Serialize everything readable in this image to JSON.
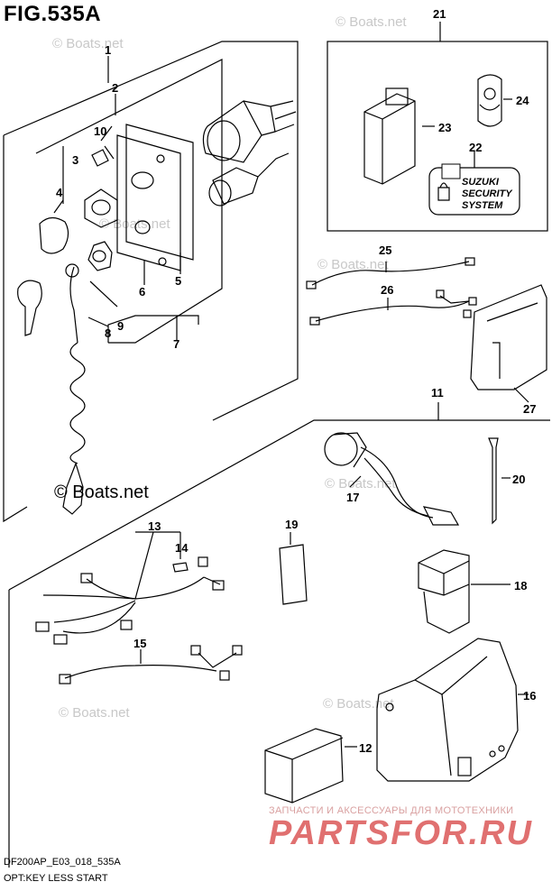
{
  "figure": {
    "title": "FIG.535A",
    "code": "DF200AP_E03_018_535A",
    "caption": "OPT:KEY LESS START"
  },
  "watermarks": {
    "boats": "© Boats.net",
    "boats_large": "© Boats.net"
  },
  "brand": {
    "tagline": "ЗАПЧАСТИ И АКСЕССУАРЫ ДЛЯ МОТОТЕХНИКИ",
    "name": "PARTSFOR.RU"
  },
  "callouts": {
    "p1": "1",
    "p2": "2",
    "p3": "3",
    "p4": "4",
    "p5": "5",
    "p6": "6",
    "p7": "7",
    "p8": "8",
    "p9": "9",
    "p10": "10",
    "p11": "11",
    "p12": "12",
    "p13": "13",
    "p14": "14",
    "p15": "15",
    "p16": "16",
    "p17": "17",
    "p18": "18",
    "p19": "19",
    "p20": "20",
    "p21": "21",
    "p22": "22",
    "p23": "23",
    "p24": "24",
    "p25": "25",
    "p26": "26",
    "p27": "27"
  },
  "security_label": {
    "line1": "SUZUKI",
    "line2": "SECURITY",
    "line3": "SYSTEM"
  }
}
